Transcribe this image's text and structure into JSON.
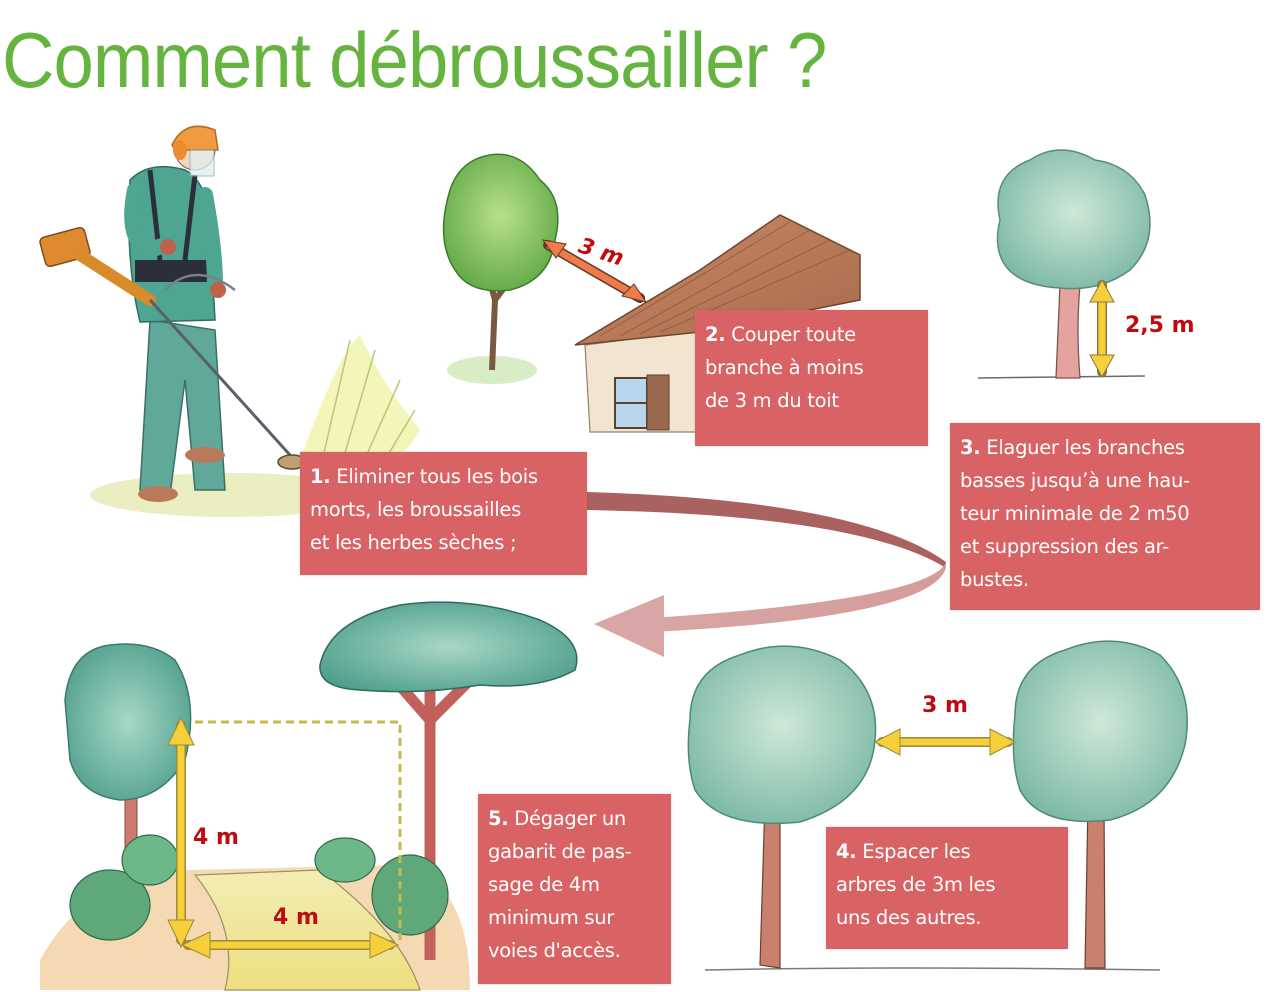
{
  "title": "Comment débroussailler ?",
  "steps": [
    {
      "number": "1.",
      "text": "Eliminer tous les bois morts, les broussailles et les herbes sèches ;",
      "lines": [
        "Eliminer tous les bois",
        "morts, les broussailles",
        "et les herbes sèches ;"
      ]
    },
    {
      "number": "2.",
      "text": "Couper toute branche à moins de 3 m du toit",
      "lines": [
        "Couper toute",
        "branche à moins",
        "de 3 m du toit"
      ]
    },
    {
      "number": "3.",
      "text": "Elaguer les branches basses jusqu’à une hauteur minimale de 2 m50 et suppression des arbustes.",
      "lines": [
        "Elaguer les branches",
        "basses jusqu’à une hau-",
        "teur minimale de 2 m50",
        "et suppression des ar-",
        "bustes."
      ]
    },
    {
      "number": "4.",
      "text": "Espacer les arbres de 3m les uns des autres.",
      "lines": [
        "Espacer les",
        "arbres de 3m les",
        "uns des autres."
      ]
    },
    {
      "number": "5.",
      "text": "Dégager un gabarit de passage de 4m minimum sur voies d'accès.",
      "lines": [
        "Dégager un",
        "gabarit de pas-",
        "sage de 4m",
        "minimum sur",
        "voies d'accès."
      ]
    }
  ],
  "measurements": {
    "tree_to_roof": "3 m",
    "trunk_clearance": "2,5 m",
    "tree_spacing": "3 m",
    "passage_height": "4 m",
    "passage_width": "4 m"
  },
  "colors": {
    "title_green": "#66b440",
    "card_red": "#d96264",
    "measure_red": "#c10a10",
    "arrow_dark": "#a96260",
    "arrow_light": "#d8a6a4",
    "dimension_yellow": "#f5d03a",
    "roof_arrow_orange": "#ef7a4a"
  }
}
